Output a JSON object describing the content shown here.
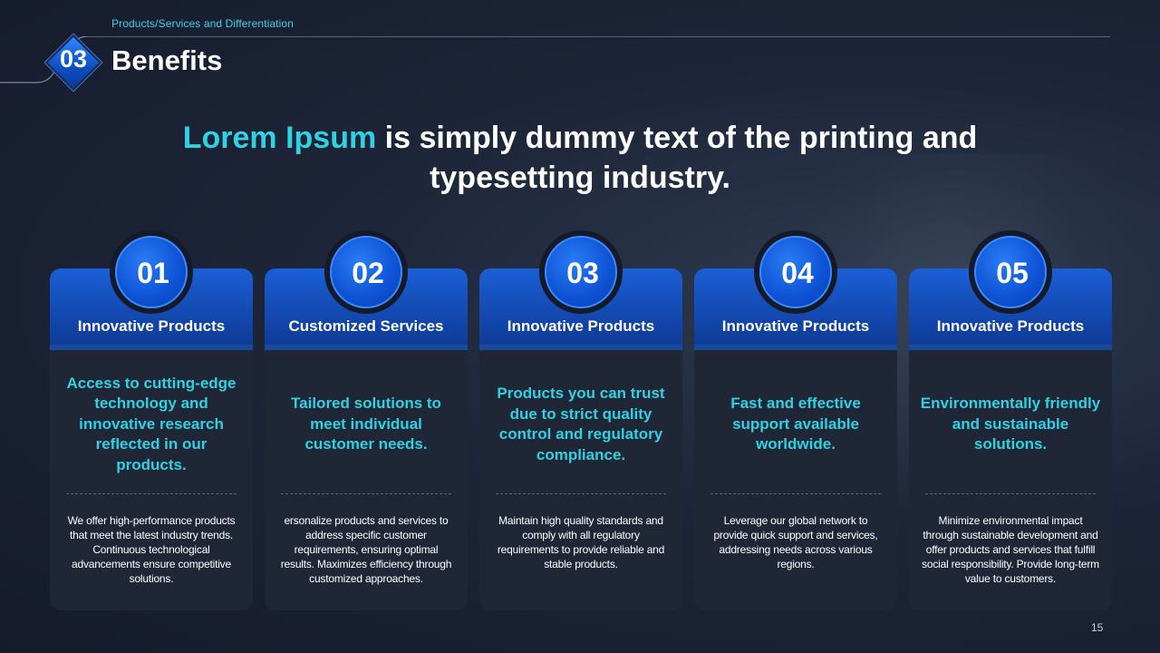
{
  "header": {
    "section": "Products/Services and Differentiation",
    "number": "03",
    "title": "Benefits"
  },
  "headline": {
    "highlight": "Lorem Ipsum",
    "rest": " is simply dummy text of the printing and typesetting industry."
  },
  "cards": [
    {
      "number": "01",
      "title": "Innovative Products",
      "highlight": "Access to cutting-edge technology and innovative research reflected in our products.",
      "description": "We offer high-performance products that meet the latest industry trends. Continuous technological advancements ensure competitive solutions."
    },
    {
      "number": "02",
      "title": "Customized Services",
      "highlight": "Tailored solutions to meet individual customer needs.",
      "description": "ersonalize products and services to address specific customer requirements, ensuring optimal results. Maximizes efficiency through customized approaches."
    },
    {
      "number": "03",
      "title": "Innovative Products",
      "highlight": "Products you can trust due to strict quality control and regulatory compliance.",
      "description": "Maintain high quality standards and comply with all regulatory requirements to provide reliable and stable products."
    },
    {
      "number": "04",
      "title": "Innovative Products",
      "highlight": "Fast and effective support available worldwide.",
      "description": "Leverage our global network to provide quick support and services, addressing needs across various regions."
    },
    {
      "number": "05",
      "title": "Innovative Products",
      "highlight": "Environmentally friendly and sustainable solutions.",
      "description": "Minimize environmental impact through sustainable development and offer products and services that fulfill social responsibility. Provide long-term value to customers."
    }
  ],
  "page_number": "15",
  "colors": {
    "accent": "#2fd1e3",
    "primary_blue": "#0d52d4",
    "background": "#1d2538",
    "card": "#1f2636"
  }
}
